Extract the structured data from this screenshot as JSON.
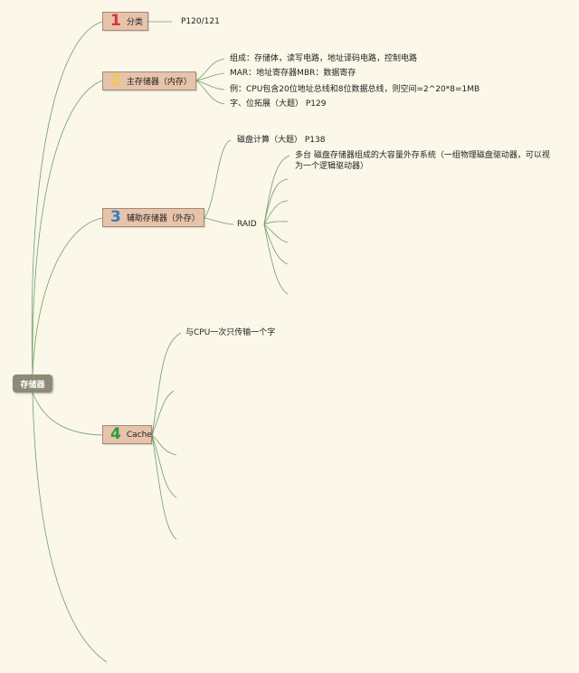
{
  "root": {
    "label": "存储器"
  },
  "topics": [
    {
      "num": "1",
      "num_color": "#d8343a",
      "label": "分类"
    },
    {
      "num": "2",
      "num_color": "#f2c94c",
      "label": "主存储器（内存）"
    },
    {
      "num": "3",
      "num_color": "#2f7fc1",
      "label": "辅助存储器（外存）"
    },
    {
      "num": "4",
      "num_color": "#2e9a3e",
      "label": "Cache"
    }
  ],
  "t1": {
    "page_ref": "P120/121"
  },
  "t2": {
    "items": [
      "组成：存储体，读写电路，地址译码电路，控制电路",
      "MAR：地址寄存器MBR：数据寄存",
      "例：CPU包含20位地址总线和8位数据总线，则空间=2^20*8=1MB",
      "字、位拓展（大题）  P129"
    ]
  },
  "t3": {
    "disk_calc": "磁盘计算（大题）  P138",
    "raid": "RAID",
    "raid_desc": "多台 磁盘存储器组成的大容量外存系统（一组物理磁盘驱动器，可以视为一个逻辑驱动器）"
  },
  "t4": {
    "first_item": "与CPU一次只传输一个字"
  }
}
